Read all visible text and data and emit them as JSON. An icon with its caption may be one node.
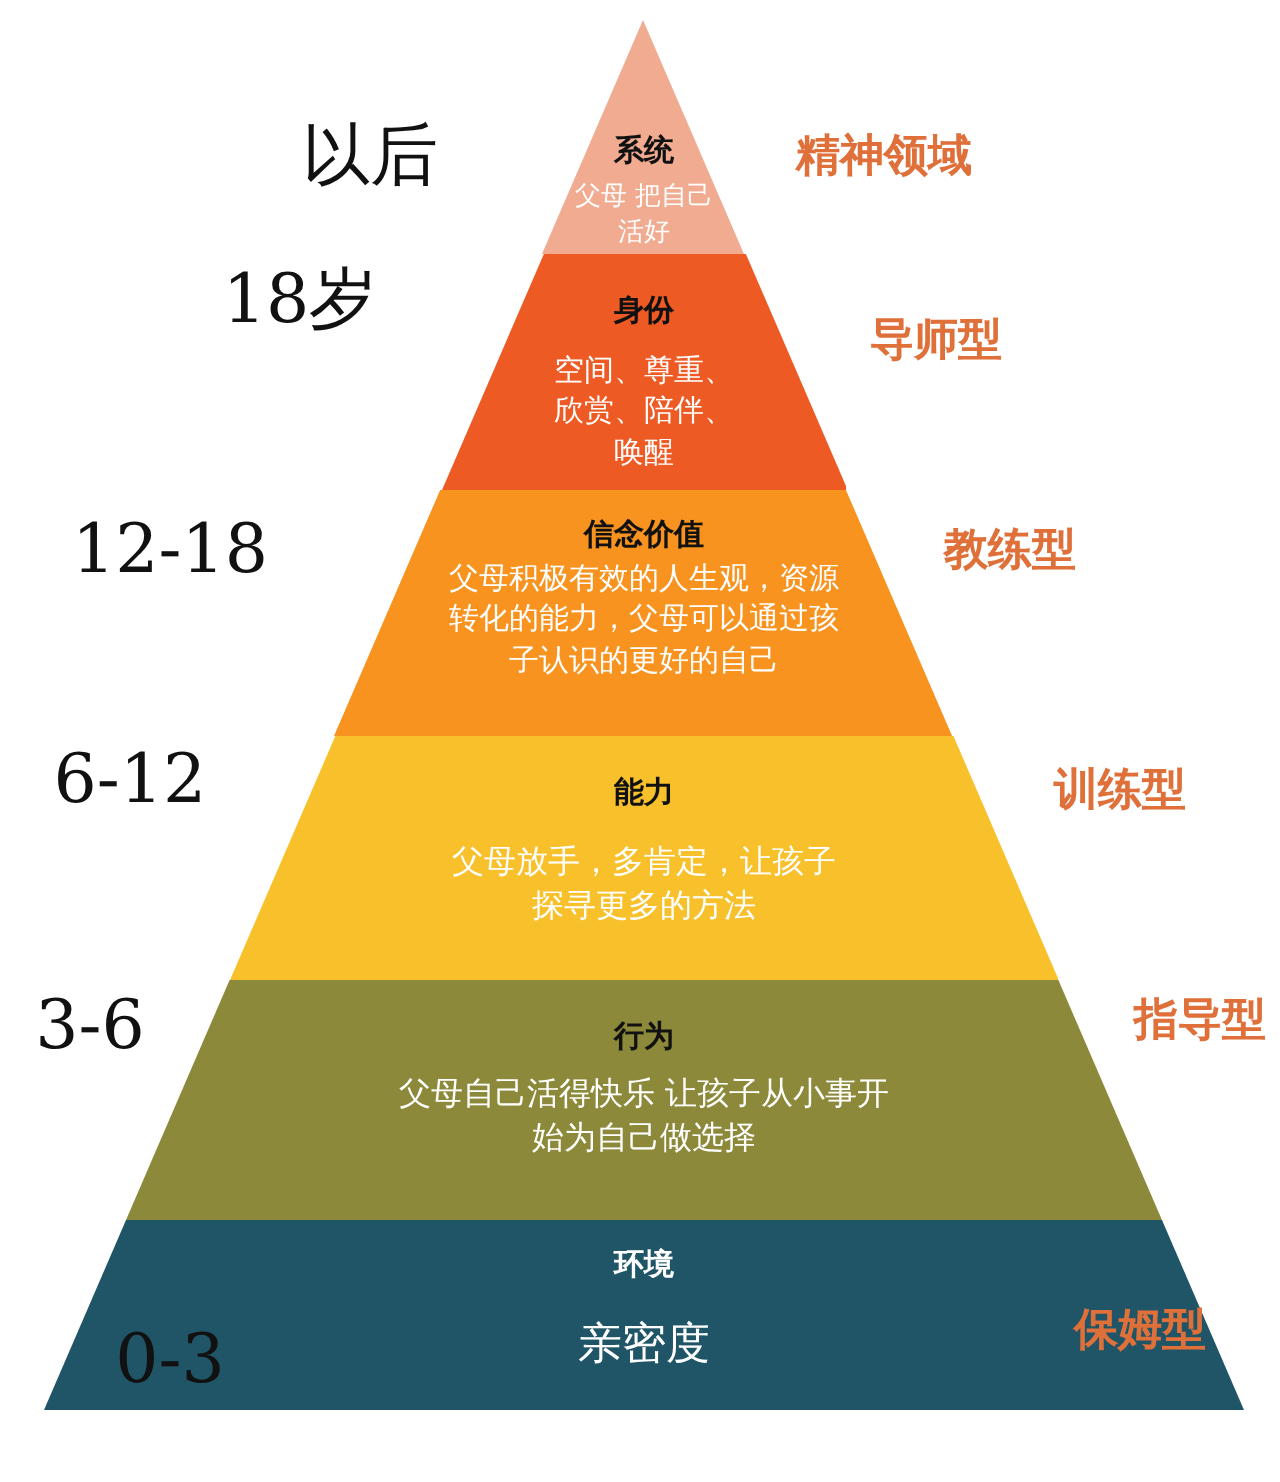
{
  "diagram": {
    "nodes": [
      {
        "text": [
          "系统",
          "父母 把自己活好"
        ],
        "beside": [
          "以后",
          "精神领域"
        ]
      },
      {
        "text": [
          "身份",
          "空间、尊重、欣赏、陪伴、唤醒"
        ],
        "beside": [
          "18岁",
          "导师型"
        ]
      },
      {
        "text": [
          "信念价值",
          "父母积极有效的人生观，资源转化的能力，父母可以通过孩子认识的更好的自己"
        ],
        "beside": [
          "12-18",
          "教练型"
        ]
      },
      {
        "text": [
          "能力",
          "父母放手，多肯定，让孩子探寻更多的方法"
        ],
        "beside": [
          "6-12",
          "训练型"
        ]
      },
      {
        "text": [
          "行为",
          "父母自己活得快乐 让孩子从小事开始为自己做选择"
        ],
        "beside": [
          "3-6",
          "指导型"
        ]
      },
      {
        "text": [
          "环境",
          "亲密度",
          "0-3",
          "保姆型"
        ]
      }
    ]
  }
}
